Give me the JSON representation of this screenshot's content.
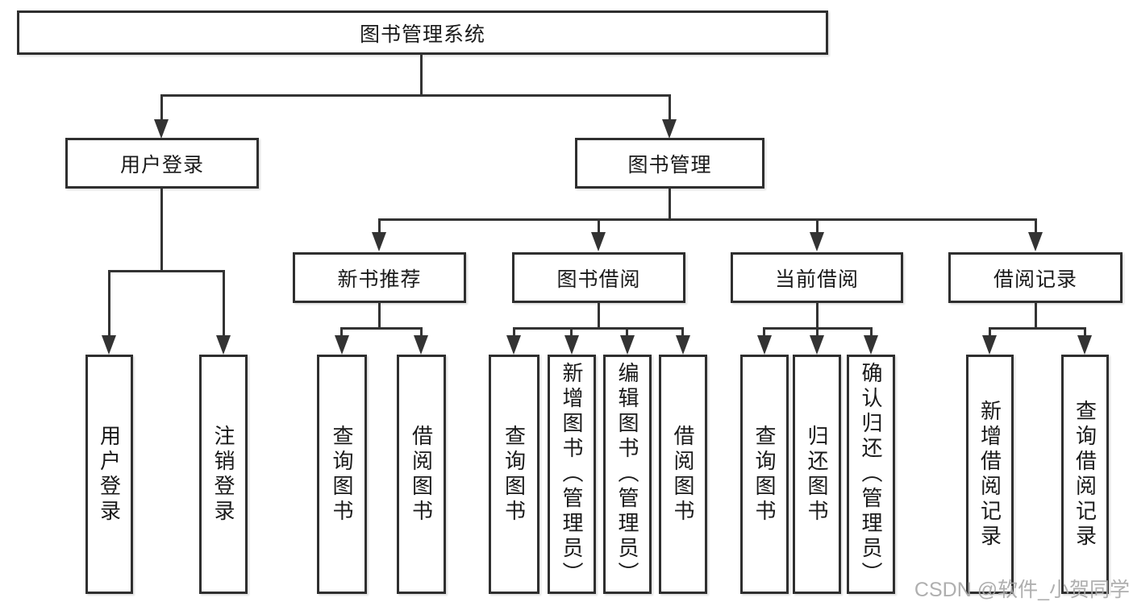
{
  "colors": {
    "background": "#ffffff",
    "box_border": "#2f2f2f",
    "connector_line": "#333333",
    "text": "#1a1a1a",
    "watermark": "#a8a8a8"
  },
  "watermark": {
    "text": "CSDN @软件_小贺同学"
  },
  "tree": {
    "root": {
      "label": "图书管理系统",
      "children": [
        {
          "label": "用户登录",
          "children": [
            {
              "label": "用户登录"
            },
            {
              "label": "注销登录"
            }
          ]
        },
        {
          "label": "图书管理",
          "children": [
            {
              "label": "新书推荐",
              "children": [
                {
                  "label": "查询图书"
                },
                {
                  "label": "借阅图书"
                }
              ]
            },
            {
              "label": "图书借阅",
              "children": [
                {
                  "label": "查询图书"
                },
                {
                  "label": "新增图书（管理员）"
                },
                {
                  "label": "编辑图书（管理员）"
                },
                {
                  "label": "借阅图书"
                }
              ]
            },
            {
              "label": "当前借阅",
              "children": [
                {
                  "label": "查询图书"
                },
                {
                  "label": "归还图书"
                },
                {
                  "label": "确认归还（管理员）"
                }
              ]
            },
            {
              "label": "借阅记录",
              "children": [
                {
                  "label": "新增借阅记录"
                },
                {
                  "label": "查询借阅记录"
                }
              ]
            }
          ]
        }
      ]
    }
  }
}
